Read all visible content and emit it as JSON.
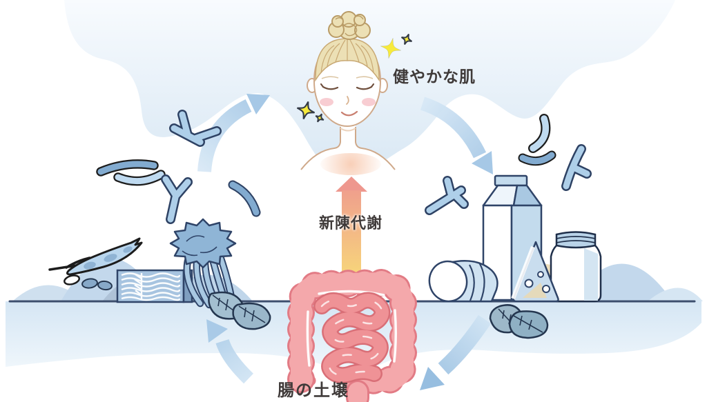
{
  "title": "gut-soil and healthy-skin cycle illustration",
  "labels": {
    "healthy_skin": "健やかな肌",
    "metabolism": "新陳代謝",
    "gut_soil": "腸の土壌"
  },
  "icons": [
    "woman-face-icon",
    "sparkle-icon",
    "metabolism-arrow-icon",
    "intestine-icon",
    "cycle-arrow-icon",
    "bacteria-rod-icon",
    "bacteria-branched-icon",
    "edamame-icon",
    "natto-pack-icon",
    "celery-icon",
    "leaf-icon",
    "milk-carton-icon",
    "fermented-roll-icon",
    "cheese-icon",
    "yogurt-jar-icon"
  ],
  "colors": {
    "text": "#3f3a39",
    "cloud_top": "#f8fbfe",
    "cloud_bottom": "#d3e4f2",
    "ground_line": "#3c4e6d",
    "ground_band": "#d5e6f4",
    "cycle_arrow_light": "#d7e8f6",
    "cycle_arrow_dark": "#8fb9de",
    "bacteria_light": "#aecfe9",
    "bacteria_mid": "#82abd0",
    "bacteria_outline": "#2e4264",
    "metabolism_arrow_top": "#ee978e",
    "metabolism_arrow_bottom": "#f8da78",
    "intestine_fill": "#f4a8ab",
    "intestine_outline": "#e27b85",
    "small_intestine": "#ef9296",
    "sparkle": "#f7ea3c",
    "hair": "#ece0b5",
    "skin_line": "#cfa98a",
    "blush": "#f8cdd2"
  }
}
